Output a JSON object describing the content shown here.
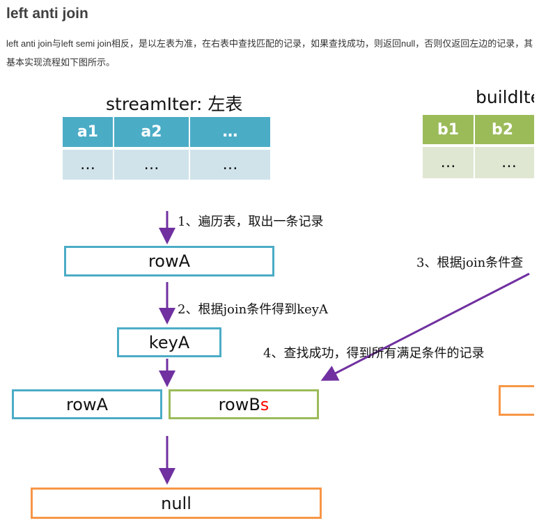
{
  "heading": "left anti join",
  "paragraph": "left anti join与left semi join相反，是以左表为准，在右表中查找匹配的记录，如果查找成功，则返回null，否则仅返回左边的记录，其基本实现流程如下图所示。",
  "diagram": {
    "stream_title": "streamIter: 左表",
    "stream_headers": [
      "a1",
      "a2",
      "…"
    ],
    "stream_row": [
      "…",
      "…",
      "…"
    ],
    "build_title": "buildIte",
    "build_headers": [
      "b1",
      "b2"
    ],
    "build_row": [
      "…",
      "…"
    ],
    "step1": "1、遍历表，取出一条记录",
    "step2": "2、根据join条件得到keyA",
    "step3": "3、根据join条件查",
    "step4": "4、查找成功，得到所有满足条件的记录",
    "rowA": "rowA",
    "keyA": "keyA",
    "rowA2": "rowA",
    "rowBs_main": "rowB",
    "rowBs_suffix": "s",
    "null_box": "null",
    "colors": {
      "stream_header": "#4bacc6",
      "stream_body": "#d0e3ea",
      "build_header": "#9bbb59",
      "build_body": "#dfe7d3",
      "arrow": "#7030a0",
      "null_border": "#f79646"
    }
  }
}
